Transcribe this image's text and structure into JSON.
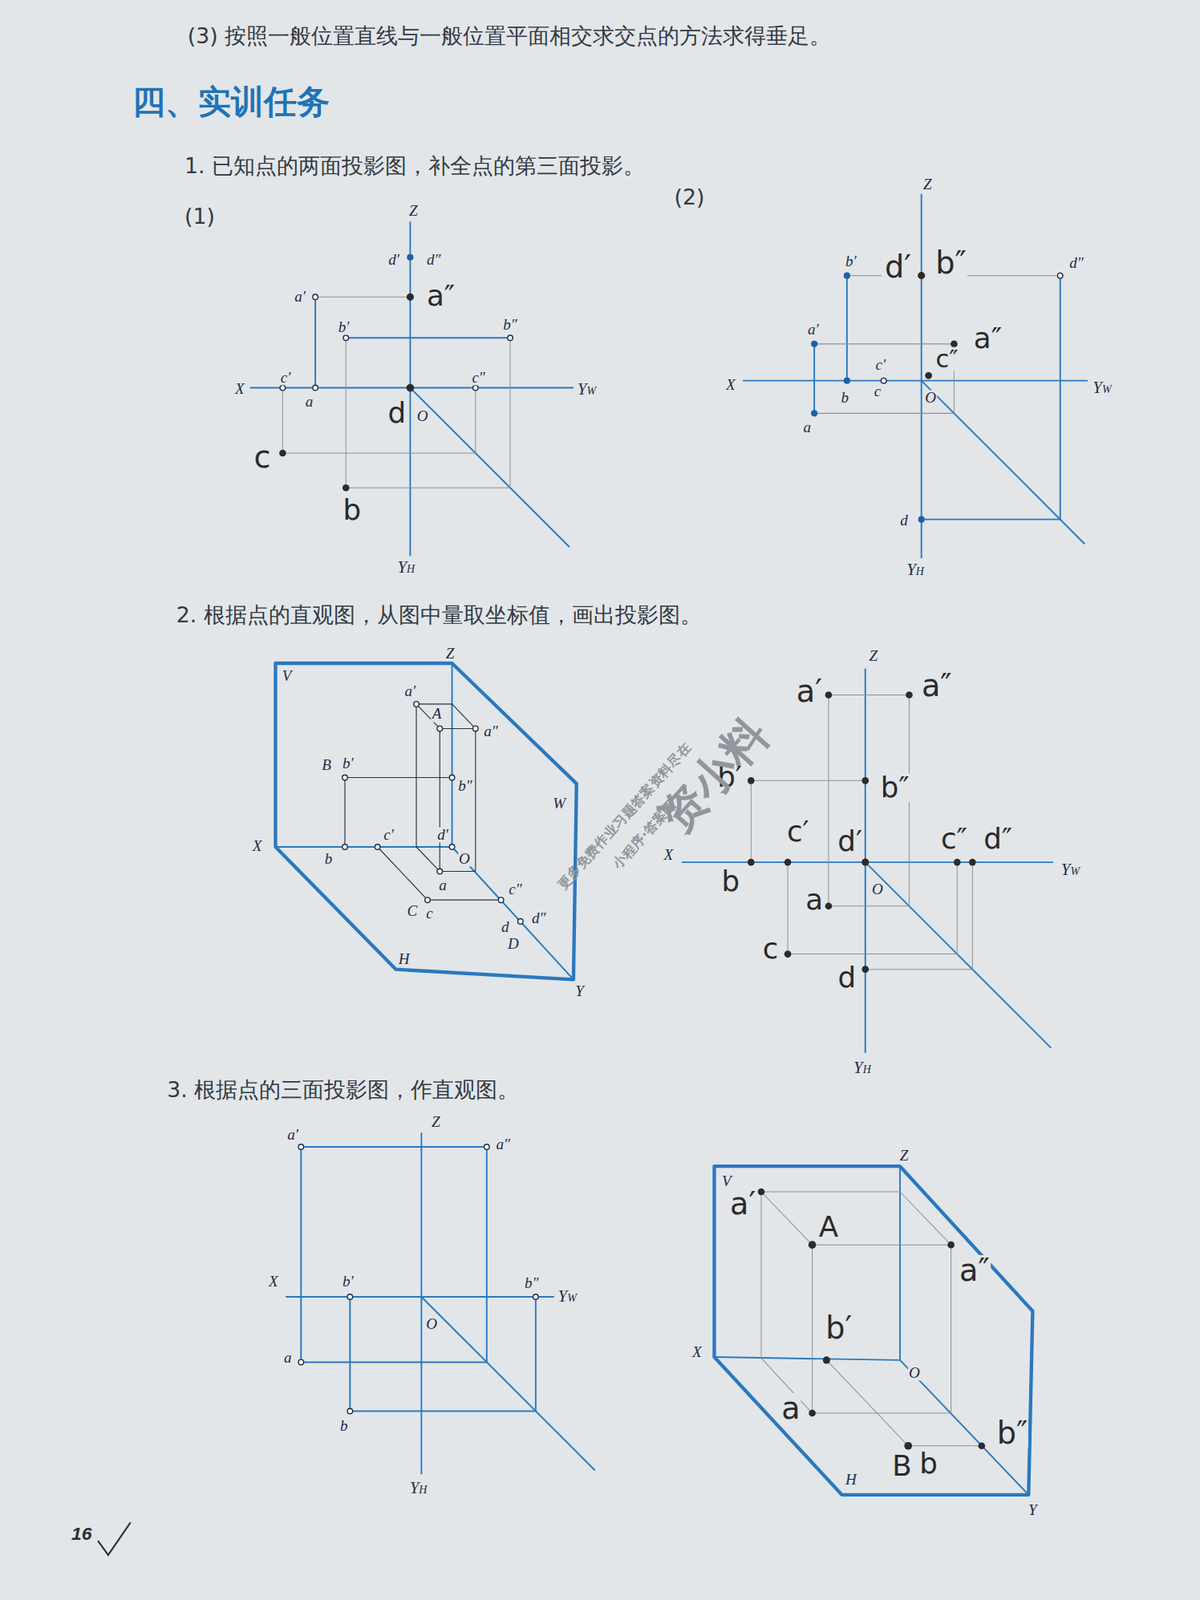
{
  "diagram": {
    "title": "四、实训任务",
    "labels": [
      "(3) 按照一般位置直线与一般位置平面相交求交点的方法求得垂足。",
      "1. 已知点的两面投影图，补全点的第三面投影。",
      "(1)",
      "(2)",
      "Z",
      "d′",
      "d″",
      "a″",
      "a′",
      "b′",
      "b″",
      "X",
      "c′",
      "a",
      "c″",
      "YW",
      "d",
      "O",
      "c",
      "b",
      "YH",
      "Z",
      "b′",
      "d′",
      "b″",
      "d″",
      "a′",
      "c″",
      "a″",
      "c′",
      "X",
      "c",
      "b",
      "YW",
      "O",
      "a",
      "d",
      "YH",
      "2. 根据点的直观图，从图中量取坐标值，画出投影图。",
      "V",
      "Z",
      "a′",
      "A",
      "a″",
      "B",
      "b′",
      "b″",
      "W",
      "X",
      "c′",
      "d′",
      "O",
      "b",
      "a",
      "C",
      "c",
      "c″",
      "d",
      "d″",
      "D",
      "H",
      "Y",
      "Z",
      "a′",
      "a″",
      "b′",
      "b″",
      "c′",
      "d′",
      "c″",
      "d″",
      "X",
      "YW",
      "b",
      "a",
      "O",
      "c",
      "d",
      "YH",
      "资小料",
      "更多免费作业习题答案资料尽在",
      "小程序·答案圈",
      "3. 根据点的三面投影图，作直观图。",
      "a′",
      "Z",
      "a″",
      "X",
      "b′",
      "b″",
      "YW",
      "O",
      "a",
      "b",
      "YH",
      "V",
      "a′",
      "Z",
      "A",
      "a″",
      "b′",
      "X",
      "O",
      "a",
      "B",
      "b",
      "b″",
      "H",
      "Y",
      "16"
    ]
  }
}
